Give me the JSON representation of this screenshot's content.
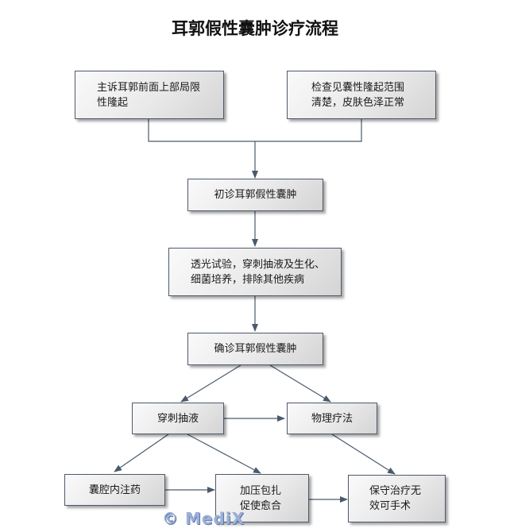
{
  "title": "耳郭假性囊肿诊疗流程",
  "nodes": {
    "complaint": [
      "主诉耳郭前面上部局限",
      "性隆起"
    ],
    "exam": [
      "检查见囊性隆起范围",
      "清楚，皮肤色泽正常"
    ],
    "initial_diagnosis": [
      "初诊耳郭假性囊肿"
    ],
    "tests": [
      "透光试验，穿刺抽液及生化、",
      "细菌培养，排除其他疾病"
    ],
    "confirmed_diagnosis": [
      "确诊耳郭假性囊肿"
    ],
    "puncture": [
      "穿刺抽液"
    ],
    "physiotherapy": [
      "物理疗法"
    ],
    "injection": [
      "囊腔内注药"
    ],
    "compression": [
      "加压包扎",
      "促使愈合"
    ],
    "conservative": [
      "保守治疗无",
      "效可手术"
    ]
  },
  "watermark": "© MediX",
  "colors": {
    "arrow": "#4a5a6c",
    "border": "#4d5a6a",
    "watermark": "#9bb0d6"
  }
}
